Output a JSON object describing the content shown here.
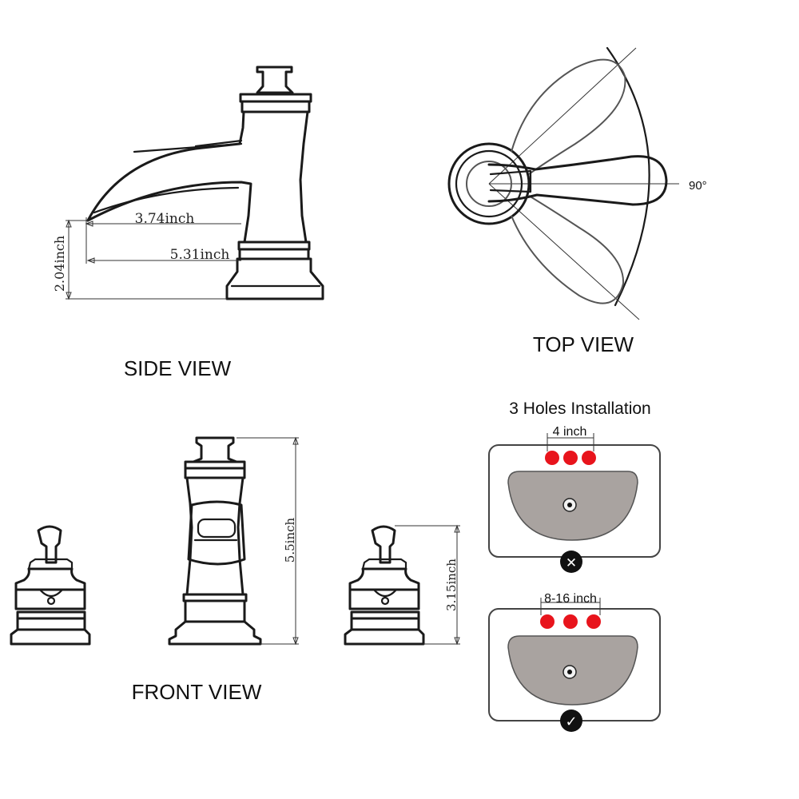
{
  "side_view": {
    "title": "SIDE VIEW",
    "dim_spout_reach": "3.74inch",
    "dim_overall_reach": "5.31inch",
    "dim_spout_height": "2.04inch"
  },
  "top_view": {
    "title": "TOP VIEW",
    "rotation_angle": "90°"
  },
  "front_view": {
    "title": "FRONT VIEW",
    "dim_spout_total_height": "5.5inch",
    "dim_handle_height": "3.15inch"
  },
  "installation": {
    "title": "3 Holes Installation",
    "wrong_spacing": "4 inch",
    "right_spacing": "8-16 inch",
    "wrong_mark": "✕",
    "right_mark": "✓",
    "hole_color": "#e8141c",
    "basin_color": "#a9a3a0"
  }
}
